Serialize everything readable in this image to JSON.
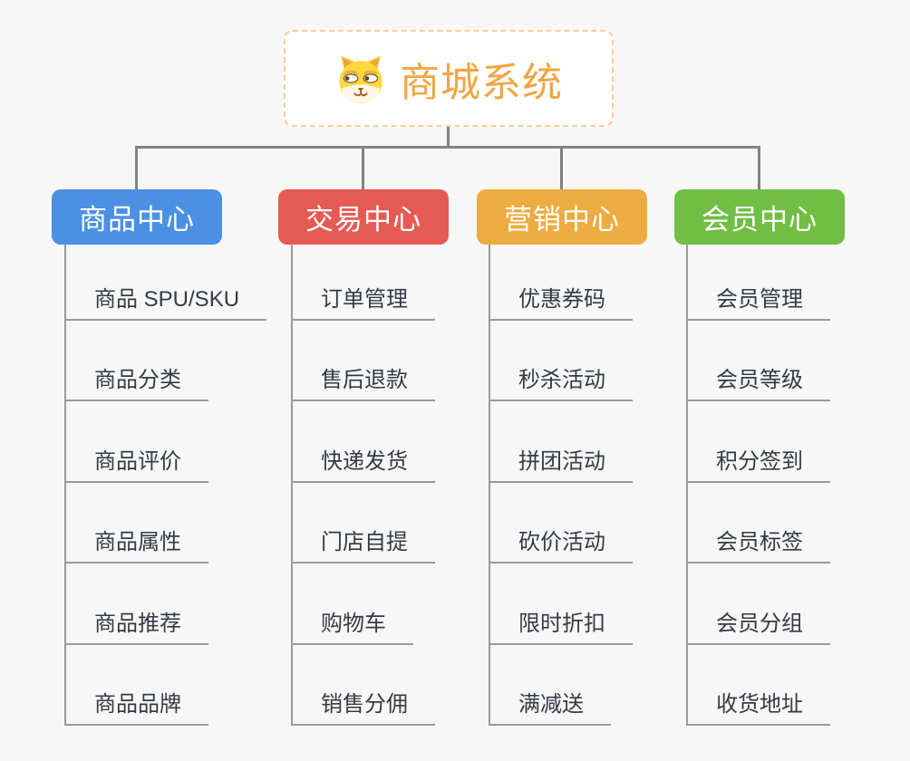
{
  "root": {
    "title": "商城系统",
    "icon": "dog-face-icon",
    "accent_color": "#f0a644",
    "border_color": "#f6ce92"
  },
  "connector_color": "#828282",
  "leaf_line_color": "#9a9a9a",
  "branches": [
    {
      "label": "商品中心",
      "color": "#4b90e2",
      "children": [
        "商品 SPU/SKU",
        "商品分类",
        "商品评价",
        "商品属性",
        "商品推荐",
        "商品品牌"
      ]
    },
    {
      "label": "交易中心",
      "color": "#e55b54",
      "children": [
        "订单管理",
        "售后退款",
        "快递发货",
        "门店自提",
        "购物车",
        "销售分佣"
      ]
    },
    {
      "label": "营销中心",
      "color": "#ecac41",
      "children": [
        "优惠券码",
        "秒杀活动",
        "拼团活动",
        "砍价活动",
        "限时折扣",
        "满减送"
      ]
    },
    {
      "label": "会员中心",
      "color": "#71be44",
      "children": [
        "会员管理",
        "会员等级",
        "积分签到",
        "会员标签",
        "会员分组",
        "收货地址"
      ]
    }
  ]
}
